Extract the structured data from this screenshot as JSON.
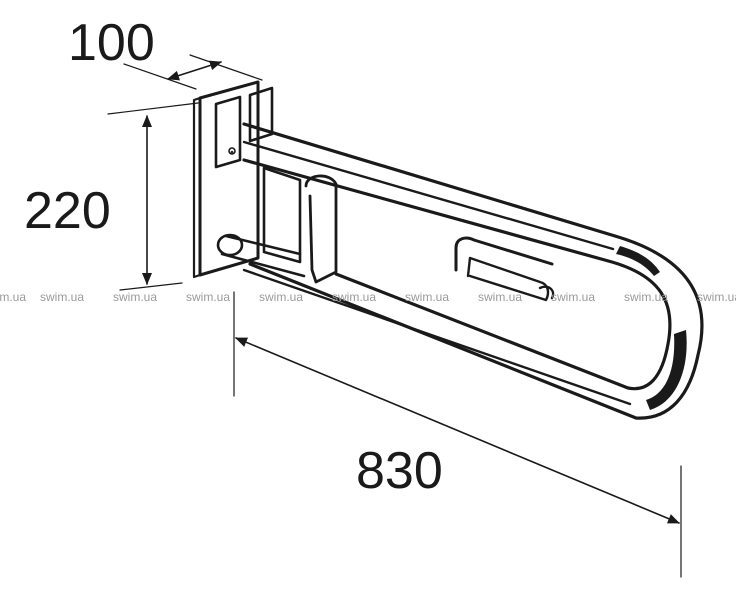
{
  "dimensions": {
    "width_label": "100",
    "height_label": "220",
    "length_label": "830"
  },
  "watermark": {
    "text": "swim.ua"
  }
}
